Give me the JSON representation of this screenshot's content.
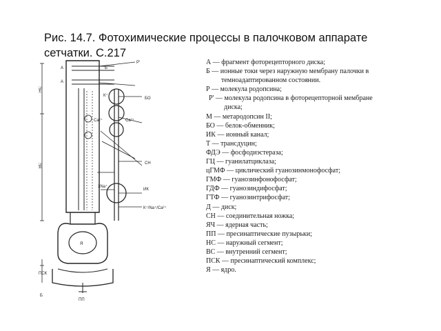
{
  "slide": {
    "title": "Рис. 14.7. Фотохимические процессы в палочковом аппарате сетчатки. С.217"
  },
  "diagram": {
    "labels": {
      "a_top": "А",
      "a_mid": "А",
      "b": "Б",
      "p_prime": "Р'",
      "k_plus": "К⁺",
      "bo": "БО",
      "ca_left": "Ca²⁺",
      "ca_right": "Ca²⁺",
      "cn": "СН",
      "na_in": "3Na⁺",
      "na_out": "К⁺/Na⁺/Ca²⁺",
      "ik": "ИК",
      "ns": "НС",
      "vs": "ВС",
      "ya": "Я",
      "psk": "ПСК",
      "b_bottom": "Б",
      "mp": "ПП"
    }
  },
  "legend": {
    "items": [
      {
        "text": "А — фрагмент фоторецепторного диска;"
      },
      {
        "text": "Б — ионные токи через наружную мембрану палочки в",
        "cont": "темноадаптированном состоянии."
      },
      {
        "text": "Р — молекула родопсина;"
      },
      {
        "text": "Р' — молекула родопсина в фоторецепторной мембране",
        "cont": "диска;",
        "indent": true
      },
      {
        "text": "М — метародопсин II;"
      },
      {
        "text": "БО — белок-обменник;"
      },
      {
        "text": "ИК — ионный канал;"
      },
      {
        "text": "Т — трансдуцин;"
      },
      {
        "text": "ФДЭ — фосфодиэстераза;"
      },
      {
        "text": "ГЦ — гуанилатциклаза;"
      },
      {
        "text": "цГМФ — циклический гуанозинмонофосфат;"
      },
      {
        "text": "ГМФ — гуанозинфонофосфат;"
      },
      {
        "text": "ГДФ — гуанозиндифосфат;"
      },
      {
        "text": "ГТФ — гуанозинтрифосфат;"
      },
      {
        "text": "Д — диск;"
      },
      {
        "text": "СН — соединительная ножка;"
      },
      {
        "text": "ЯЧ — ядерная часть;"
      },
      {
        "text": "ПП — пресинаптические пузырьки;"
      },
      {
        "text": "НС — наружный сегмент;"
      },
      {
        "text": "ВС — внутренний сегмент;"
      },
      {
        "text": "ПСК — пресинаптический комплекс;"
      },
      {
        "text": "Я — ядро."
      }
    ]
  }
}
